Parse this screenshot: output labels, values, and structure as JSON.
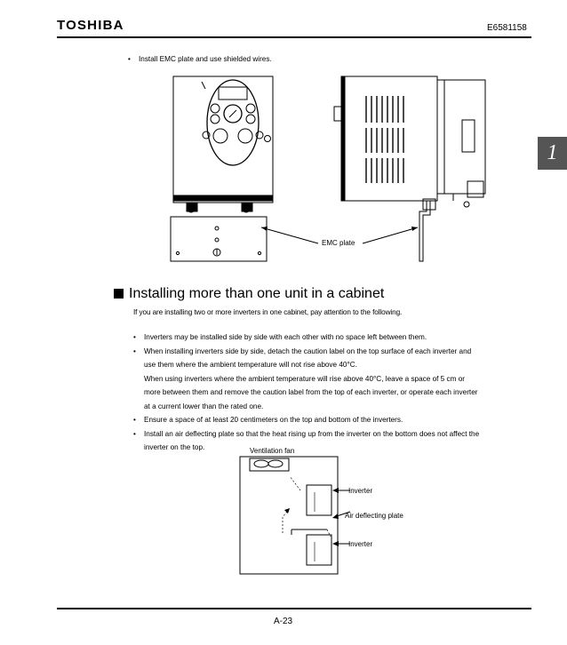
{
  "header": {
    "logo": "TOSHIBA",
    "doc_number": "E6581158"
  },
  "chapter_tab": "1",
  "emc": {
    "bullet": "Install EMC plate and use shielded wires.",
    "label": "EMC plate"
  },
  "section": {
    "title": "Installing more than one unit in a cabinet",
    "intro": "If you are installing two or more inverters in one cabinet, pay attention to the following.",
    "bullets": [
      "Inverters may be installed side by side with each other with no space left between them.",
      "When installing inverters side by side, detach the caution label on the top surface of each inverter and",
      "use them where the ambient temperature will not rise above 40°C.",
      "When using inverters where the ambient temperature will rise above 40°C, leave a space of 5 cm or",
      "more between them and remove the caution label from the top of each inverter, or operate each inverter",
      "at a current lower than the rated one.",
      "Ensure a space of at least 20 centimeters on the top and bottom of the inverters.",
      "Install an air deflecting plate so that the heat rising up from the inverter on the bottom does not affect the",
      "inverter on the top."
    ]
  },
  "cabinet_figure": {
    "fan_label": "Ventilation fan",
    "inverter_top": "Inverter",
    "deflector": "Air deflecting plate",
    "inverter_bottom": "Inverter"
  },
  "footer": {
    "page": "A-23"
  }
}
